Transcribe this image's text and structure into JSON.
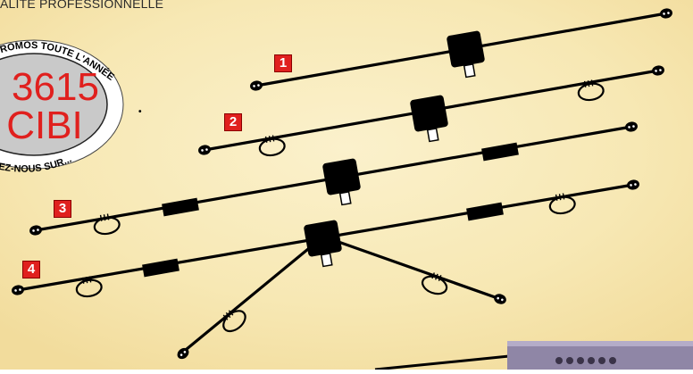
{
  "header": {
    "text": "ALITÉ PROFESSIONNELLE"
  },
  "promo": {
    "number": "3615",
    "code": "CIBI",
    "arc_top": "PROMOS TOUTE L'ANNÉE",
    "arc_bottom": "SULTEZ-NOUS SUR..."
  },
  "diagrams": [
    {
      "label": "1"
    },
    {
      "label": "2"
    },
    {
      "label": "3"
    },
    {
      "label": "4"
    }
  ],
  "colors": {
    "background": "#f7e9b8",
    "badge": "#e0201e",
    "promo_disc": "#c9c9c9",
    "promo_text": "#e0201e",
    "wire": "#000000"
  }
}
